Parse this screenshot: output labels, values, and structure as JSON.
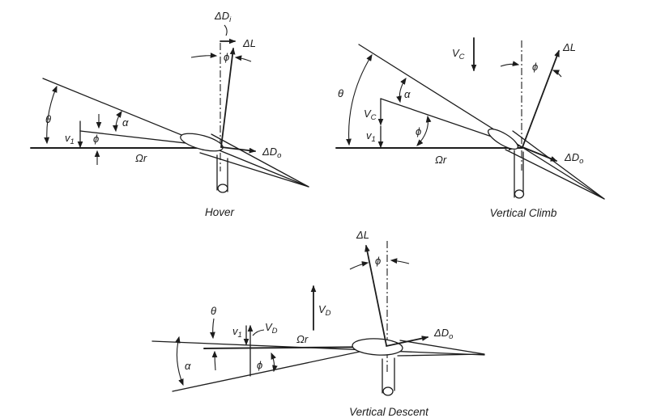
{
  "figure": {
    "background": "#ffffff",
    "ink": "#1c1c1c"
  },
  "panels": {
    "hover": {
      "caption": "Hover",
      "labels": {
        "delta_d_i": {
          "main": "ΔD",
          "sub": "i"
        },
        "delta_l": {
          "main": "ΔL"
        },
        "phi_top": {
          "main": "ϕ"
        },
        "delta_d_o": {
          "main": "ΔD",
          "sub": "o"
        },
        "theta": {
          "main": "θ"
        },
        "alpha": {
          "main": "α"
        },
        "phi": {
          "main": "ϕ"
        },
        "v1": {
          "main": "v",
          "sub": "1"
        },
        "omega_r": {
          "main": "Ωr"
        }
      }
    },
    "climb": {
      "caption": "Vertical Climb",
      "labels": {
        "v_c_freestream": {
          "main": "V",
          "sub": "C"
        },
        "delta_l": {
          "main": "ΔL"
        },
        "phi_top": {
          "main": "ϕ"
        },
        "delta_d_o": {
          "main": "ΔD",
          "sub": "o"
        },
        "theta": {
          "main": "θ"
        },
        "alpha": {
          "main": "α"
        },
        "phi": {
          "main": "ϕ"
        },
        "v_c": {
          "main": "V",
          "sub": "C"
        },
        "v1": {
          "main": "v",
          "sub": "1"
        },
        "omega_r": {
          "main": "Ωr"
        }
      }
    },
    "descent": {
      "caption": "Vertical Descent",
      "labels": {
        "delta_l": {
          "main": "ΔL"
        },
        "phi_top": {
          "main": "ϕ"
        },
        "v_d_freestream": {
          "main": "V",
          "sub": "D"
        },
        "v_d": {
          "main": "V",
          "sub": "D"
        },
        "v1": {
          "main": "v",
          "sub": "1"
        },
        "theta": {
          "main": "θ"
        },
        "alpha": {
          "main": "α"
        },
        "phi": {
          "main": "ϕ"
        },
        "omega_r": {
          "main": "Ωr"
        },
        "delta_d_o": {
          "main": "ΔD",
          "sub": "o"
        }
      }
    }
  }
}
